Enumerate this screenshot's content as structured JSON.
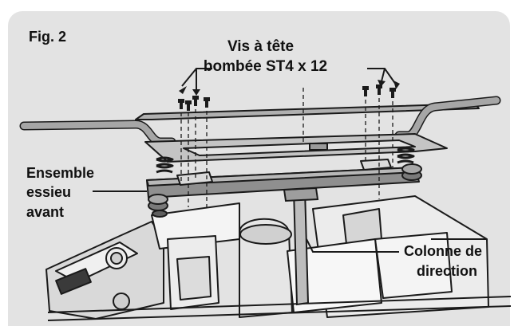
{
  "figure": {
    "title": "Fig. 2"
  },
  "labels": {
    "screw_line1": "Vis à tête",
    "screw_line2": "bombée ST4 x 12",
    "axle_line1": "Ensemble",
    "axle_line2": "essieu",
    "axle_line3": "avant",
    "column_line1": "Colonne de",
    "column_line2": "direction"
  },
  "colors": {
    "background": "#e3e3e3",
    "line": "#1a1a1a",
    "steel": "#9a9a9a",
    "text": "#111111"
  }
}
